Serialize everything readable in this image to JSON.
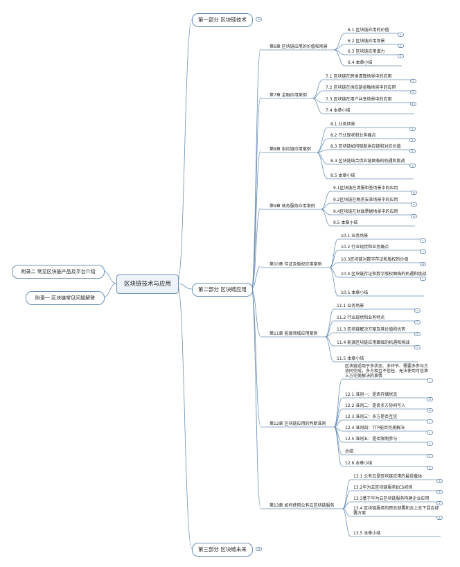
{
  "root": "区块链技术与应用",
  "appendix": [
    "附录二 常见区块链产品及平台介绍",
    "附录一 区块链常见问题解答"
  ],
  "parts": [
    "第一部分 区块链技术",
    "第二部分 区块链应用",
    "第三部分 区块链未来"
  ],
  "part_badges": [
    "10",
    "",
    "30"
  ],
  "chapters": [
    {
      "title": "第6章 区块链应用的价值和场景",
      "items": [
        {
          "text": "6.1 区块链应用的价值",
          "badge": "4"
        },
        {
          "text": "6.2 区块链应用场景",
          "badge": "5"
        },
        {
          "text": "6.3 区块链应用潜力",
          "badge": "3"
        },
        {
          "text": "6.4 本章小结",
          "badge": ""
        }
      ]
    },
    {
      "title": "第7章 金融应用案例",
      "items": [
        {
          "text": "7.1 区块链在跨境清算场景中的应用",
          "badge": "6"
        },
        {
          "text": "7.2 区块链在供应链金融场景中的应用",
          "badge": "6"
        },
        {
          "text": "7.3 区块链在用户共享场景中的应用",
          "badge": "11"
        },
        {
          "text": "7.4 本章小结",
          "badge": ""
        }
      ]
    },
    {
      "title": "第8章 供应链应用案例",
      "items": [
        {
          "text": "8.1 业务场景",
          "badge": "3"
        },
        {
          "text": "8.2 行业现状和业务痛点",
          "badge": "4"
        },
        {
          "text": "8.3 区块链如何赋能供应链和对应价值",
          "badge": "6"
        },
        {
          "text": "8.4 区块链结合供应链面临的机遇和挑战",
          "badge": "3"
        },
        {
          "text": "8.5 本章小结",
          "badge": ""
        }
      ]
    },
    {
      "title": "第9章 政务服务应用案例",
      "items": [
        {
          "text": "9.1区块链在清报和签场景中的应用",
          "badge": "11"
        },
        {
          "text": "9.2区块链在税务安革场景中的应用",
          "badge": "11"
        },
        {
          "text": "9.4区块链在财政票据场景中的应用",
          "badge": "11"
        },
        {
          "text": "9.5 本章小结",
          "badge": ""
        }
      ]
    },
    {
      "title": "第10章 存证及版权应用案例",
      "items": [
        {
          "text": "10.1 业务场景",
          "badge": "2"
        },
        {
          "text": "10.2 行业现状和业务痛点",
          "badge": "2"
        },
        {
          "text": "10.3区块链对数字存证和版权的价值",
          "badge": "11"
        },
        {
          "text": "10.4 区块链存证和数字版权面临的机遇和挑战",
          "badge": "5"
        },
        {
          "text": "10.5 本章小结",
          "badge": ""
        }
      ]
    },
    {
      "title": "第11章 能源领域应用案例",
      "items": [
        {
          "text": "11.1 业务场景",
          "badge": "4"
        },
        {
          "text": "11.2 行业现状和业务特点",
          "badge": "5"
        },
        {
          "text": "11.3 区块链解决方案及其价值和优势",
          "badge": "5"
        },
        {
          "text": "11.4 能源区块链应用面临的机遇和挑战",
          "badge": "5"
        },
        {
          "text": "11.5 本章小结",
          "badge": ""
        }
      ]
    },
    {
      "title": "第12章 区块链应用的判断准则",
      "items": [
        {
          "text": "区块链适用于多状态、多环节、需要多参与方协同完成，多方相互不信任，无法使用可信第三方完美解决的事情",
          "badge": "1"
        },
        {
          "text": "12.1 准则一：是否存储状态",
          "badge": "11"
        },
        {
          "text": "12.2 准则二：是否多方协同写入",
          "badge": "10"
        },
        {
          "text": "12.3 准则三：多方是否互信",
          "badge": "4"
        },
        {
          "text": "12.4 准则四：TTP能否完美解决",
          "badge": "4"
        },
        {
          "text": "12.5 准则五：是否限制参与",
          "badge": "3"
        },
        {
          "text": "总结",
          "badge": "2"
        },
        {
          "text": "12.6 本章小结",
          "badge": "1"
        }
      ]
    },
    {
      "title": "第13章 如何使用公有云区块链服务",
      "items": [
        {
          "text": "13.1 公有云是区块链应用的最佳载体",
          "badge": "6"
        },
        {
          "text": "13.2华为云区块链服务BCS初探",
          "badge": "6"
        },
        {
          "text": "13.3基于华为云区块链服务构建企业应用",
          "badge": "9"
        },
        {
          "text": "13.4 区块链服务的跨云部署和云上云下混合部署方案",
          "badge": "6"
        },
        {
          "text": "13.5 本章小结",
          "badge": ""
        }
      ]
    }
  ]
}
